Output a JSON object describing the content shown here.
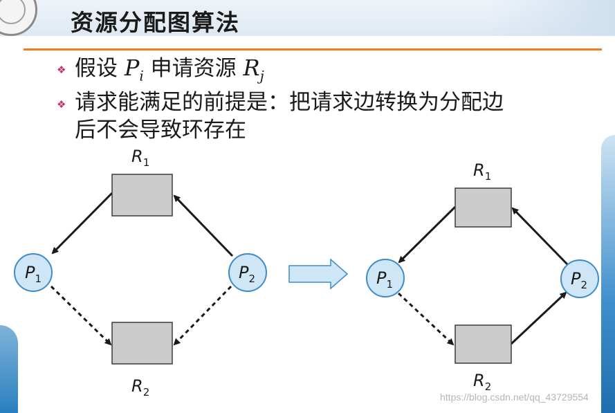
{
  "title": "资源分配图算法",
  "bullets": [
    {
      "prefix": "假设 ",
      "p": "P",
      "p_sub": "i",
      "middle": " 申请资源 ",
      "r": "R",
      "r_sub": "j"
    },
    {
      "text_line1": "请求能满足的前提是：把请求边转换为分配边",
      "text_line2": "后不会导致环存在"
    }
  ],
  "diagram": {
    "left": {
      "process_1": {
        "label": "P",
        "sub": "1"
      },
      "process_2": {
        "label": "P",
        "sub": "2"
      },
      "resource_1": {
        "label": "R",
        "sub": "1"
      },
      "resource_2": {
        "label": "R",
        "sub": "2"
      }
    },
    "right": {
      "process_1": {
        "label": "P",
        "sub": "1"
      },
      "process_2": {
        "label": "P",
        "sub": "2"
      },
      "resource_1": {
        "label": "R",
        "sub": "1"
      },
      "resource_2": {
        "label": "R",
        "sub": "2"
      }
    }
  },
  "colors": {
    "accent_rule": "#f07c1f",
    "bullet": "#c0306b",
    "process_fill": "#cfe6f7",
    "process_stroke": "#3d8bc9",
    "resource_fill": "#cccccc",
    "arrow_fill": "#cfe6f7"
  },
  "watermark": "https://blog.csdn.net/qq_43729554"
}
